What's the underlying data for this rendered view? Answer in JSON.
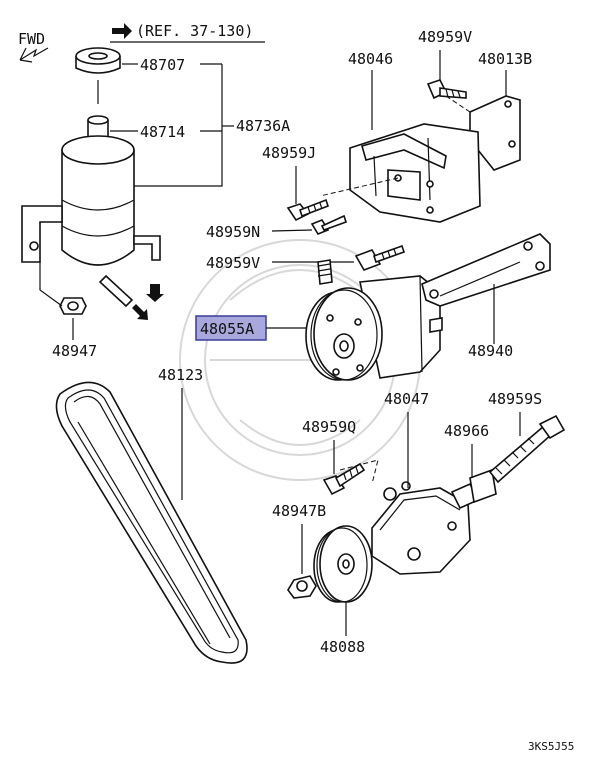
{
  "header": {
    "fwd": "FWD",
    "ref": "(REF. 37-130)"
  },
  "parts": {
    "p48707": "48707",
    "p48714": "48714",
    "p48736A": "48736A",
    "p48947": "48947",
    "p48959V_top": "48959V",
    "p48013B": "48013B",
    "p48046": "48046",
    "p48959J": "48959J",
    "p48959N": "48959N",
    "p48959V_mid": "48959V",
    "p48055A": "48055A",
    "p48940": "48940",
    "p48123": "48123",
    "p48047": "48047",
    "p48959S": "48959S",
    "p48959Q": "48959Q",
    "p48966": "48966",
    "p48947B": "48947B",
    "p48088": "48088"
  },
  "highlight": {
    "color": "#a8a8dc",
    "border": "#3a3a9a"
  },
  "footer": {
    "code": "3KS5J55"
  }
}
